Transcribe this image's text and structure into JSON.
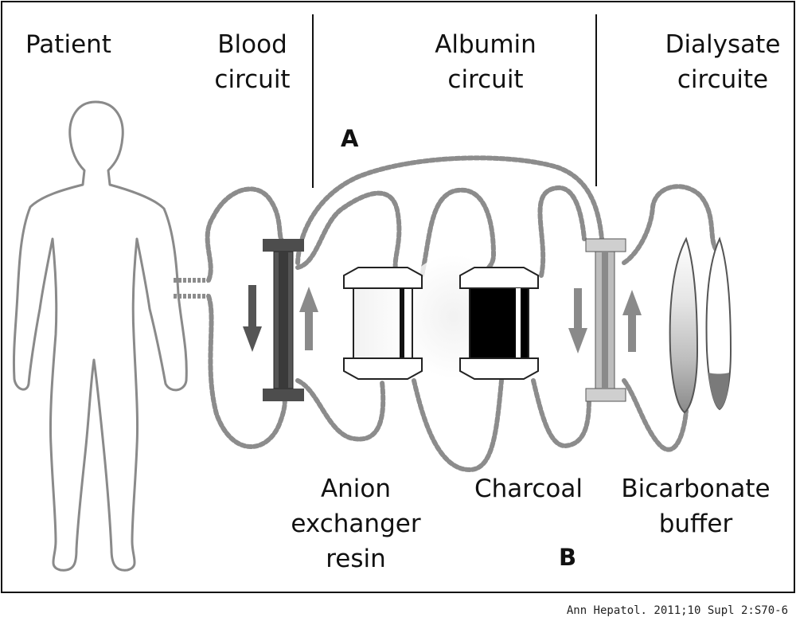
{
  "columns": {
    "patient": "Patient",
    "blood": [
      "Blood",
      "circuit"
    ],
    "albumin": [
      "Albumin",
      "circuit"
    ],
    "dialysate": [
      "Dialysate",
      "circuite"
    ]
  },
  "markers": {
    "a": "A",
    "b": "B"
  },
  "components": {
    "anion": [
      "Anion",
      "exchanger",
      "resin"
    ],
    "charcoal": "Charcoal",
    "bicarbonate": [
      "Bicarbonate",
      "buffer"
    ]
  },
  "citation": "Ann Hepatol. 2011;10 Supl 2:S70-6",
  "colors": {
    "line": "#111111",
    "tube": "#8c8c8c",
    "filter_dark": "#4d4d4d",
    "charcoal": "#000000"
  }
}
